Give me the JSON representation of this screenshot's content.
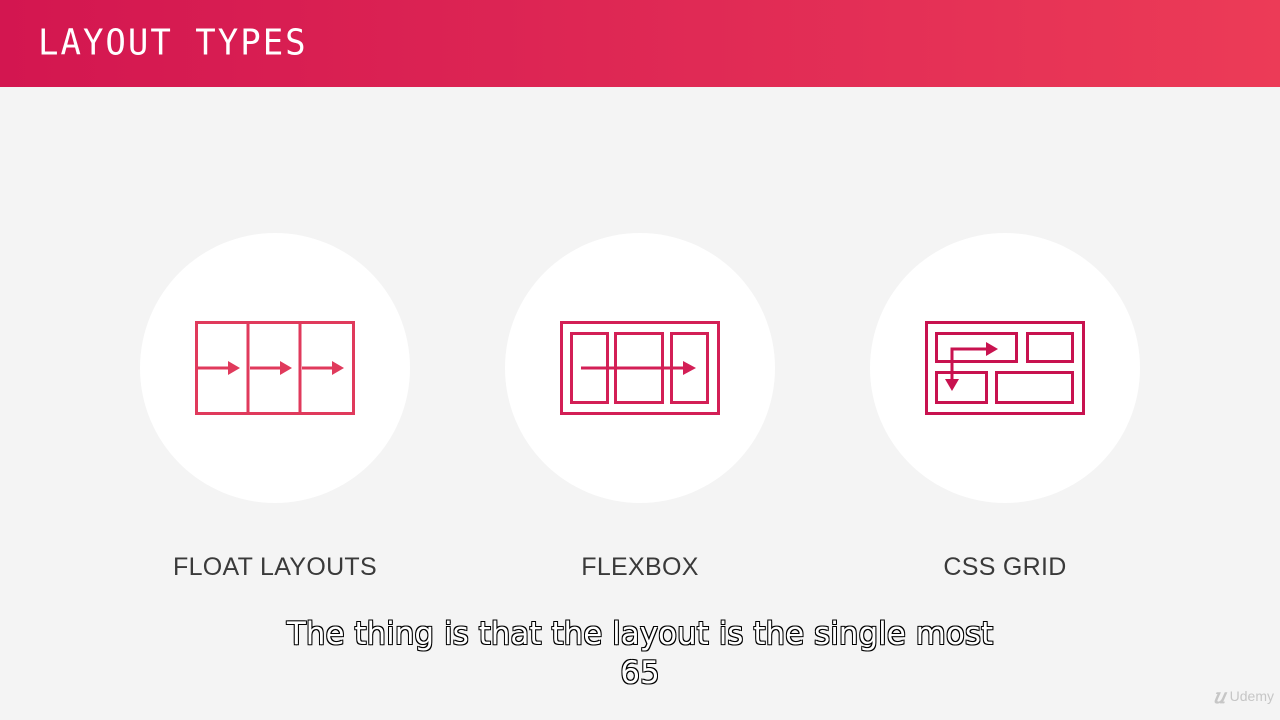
{
  "header": {
    "title": "LAYOUT TYPES"
  },
  "layouts": [
    {
      "label": "FLOAT LAYOUTS",
      "icon": "float-layout-icon"
    },
    {
      "label": "FLEXBOX",
      "icon": "flexbox-icon"
    },
    {
      "label": "CSS GRID",
      "icon": "css-grid-icon"
    }
  ],
  "subtitle": {
    "line1": "The thing is that the layout is the single most",
    "line2": "65"
  },
  "watermark": {
    "text": "Udemy"
  },
  "colors": {
    "header_start": "#d31650",
    "header_end": "#ec3b57",
    "icon_float": "#e03a5c",
    "icon_flex": "#d31f56",
    "icon_grid": "#c8124f",
    "background": "#f4f4f4"
  }
}
